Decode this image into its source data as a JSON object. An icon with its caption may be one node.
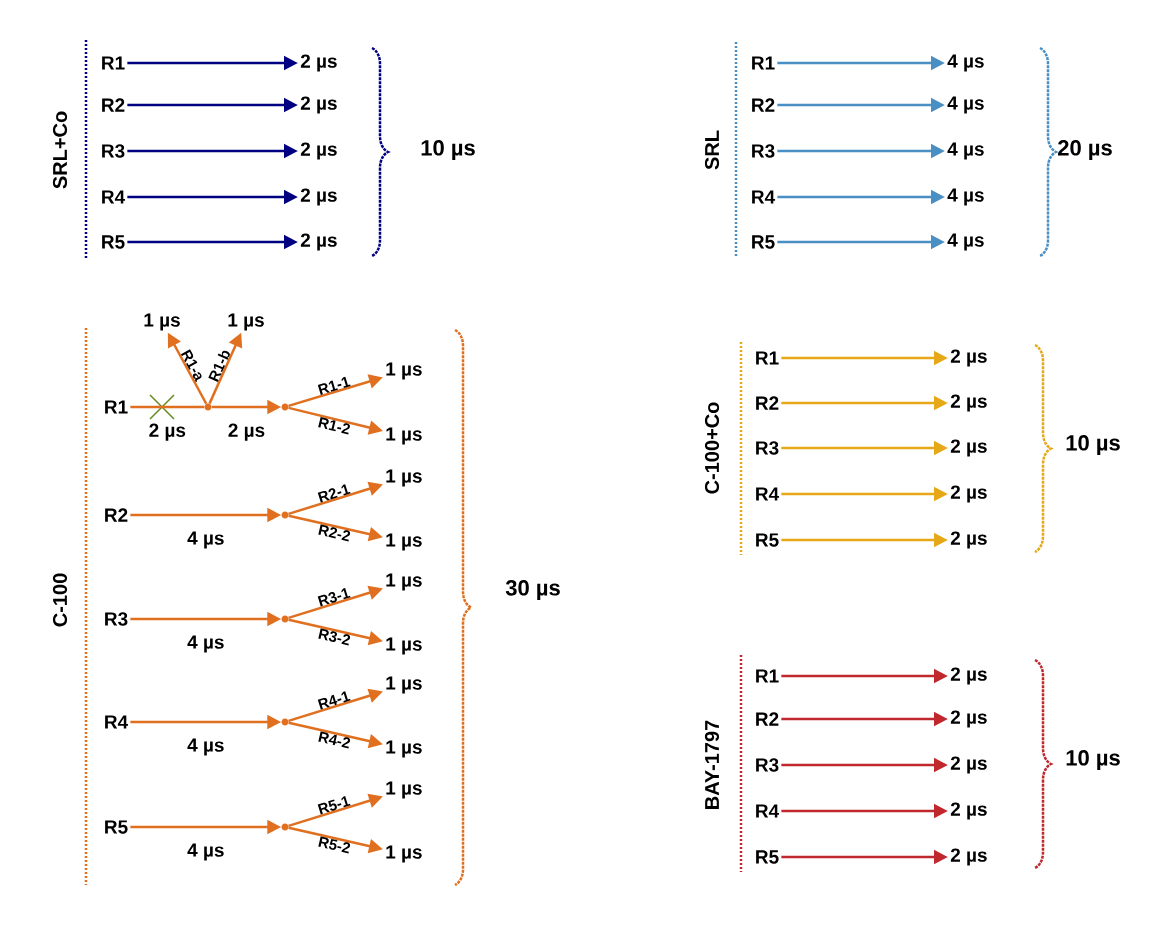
{
  "diagram": {
    "nodes": [
      {
        "text": [
          "R1"
        ]
      },
      {
        "text": [
          "2 µs"
        ]
      },
      {
        "text": [
          "R2"
        ]
      },
      {
        "text": [
          "2 µs"
        ]
      },
      {
        "text": [
          "R3"
        ]
      },
      {
        "text": [
          "2 µs"
        ]
      },
      {
        "text": [
          "R4"
        ]
      },
      {
        "text": [
          "2 µs"
        ]
      },
      {
        "text": [
          "R5"
        ]
      },
      {
        "text": [
          "2 µs"
        ]
      },
      {
        "text": [
          "R1"
        ]
      },
      {
        "text": [
          "4 µs"
        ]
      },
      {
        "text": [
          "R2"
        ]
      },
      {
        "text": [
          "4 µs"
        ]
      },
      {
        "text": [
          "R3"
        ]
      },
      {
        "text": [
          "4 µs"
        ]
      },
      {
        "text": [
          "R4"
        ]
      },
      {
        "text": [
          "4 µs"
        ]
      },
      {
        "text": [
          "R5"
        ]
      },
      {
        "text": [
          "4 µs"
        ]
      },
      {
        "text": [
          "R1"
        ]
      },
      {
        "text": [
          "1 µs"
        ]
      },
      {
        "text": [
          "1 µs"
        ]
      },
      {
        "text": [],
        "shape": "point"
      },
      {
        "text": [],
        "shape": "point"
      },
      {
        "text": [
          "1 µs"
        ]
      },
      {
        "text": [
          "1 µs"
        ]
      },
      {
        "text": [
          "R2"
        ]
      },
      {
        "text": [],
        "shape": "point"
      },
      {
        "text": [
          "1 µs"
        ]
      },
      {
        "text": [
          "1 µs"
        ]
      },
      {
        "text": [
          "R3"
        ]
      },
      {
        "text": [],
        "shape": "point"
      },
      {
        "text": [
          "1 µs"
        ]
      },
      {
        "text": [
          "1 µs"
        ]
      },
      {
        "text": [
          "R4"
        ]
      },
      {
        "text": [],
        "shape": "point"
      },
      {
        "text": [
          "1 µs"
        ]
      },
      {
        "text": [
          "1 µs"
        ]
      },
      {
        "text": [
          "R5"
        ]
      },
      {
        "text": [],
        "shape": "point"
      },
      {
        "text": [
          "1 µs"
        ]
      },
      {
        "text": [
          "1 µs"
        ]
      },
      {
        "text": [
          "R1"
        ]
      },
      {
        "text": [
          "2 µs"
        ]
      },
      {
        "text": [
          "R2"
        ]
      },
      {
        "text": [
          "2 µs"
        ]
      },
      {
        "text": [
          "R3"
        ]
      },
      {
        "text": [
          "2 µs"
        ]
      },
      {
        "text": [
          "R4"
        ]
      },
      {
        "text": [
          "2 µs"
        ]
      },
      {
        "text": [
          "R5"
        ]
      },
      {
        "text": [
          "2 µs"
        ]
      },
      {
        "text": [
          "R1"
        ]
      },
      {
        "text": [
          "2 µs"
        ]
      },
      {
        "text": [
          "R2"
        ]
      },
      {
        "text": [
          "2 µs"
        ]
      },
      {
        "text": [
          "R3"
        ]
      },
      {
        "text": [
          "2 µs"
        ]
      },
      {
        "text": [
          "R4"
        ]
      },
      {
        "text": [
          "2 µs"
        ]
      },
      {
        "text": [
          "R5"
        ]
      },
      {
        "text": [
          "2 µs"
        ]
      }
    ],
    "edges": [
      {
        "from": 0,
        "to": 1,
        "arrow": "to",
        "color": "#000080"
      },
      {
        "from": 2,
        "to": 3,
        "arrow": "to",
        "color": "#000080"
      },
      {
        "from": 4,
        "to": 5,
        "arrow": "to",
        "color": "#000080"
      },
      {
        "from": 6,
        "to": 7,
        "arrow": "to",
        "color": "#000080"
      },
      {
        "from": 8,
        "to": 9,
        "arrow": "to",
        "color": "#000080"
      },
      {
        "from": 10,
        "to": 11,
        "arrow": "to",
        "color": "#4a8fc4"
      },
      {
        "from": 12,
        "to": 13,
        "arrow": "to",
        "color": "#4a8fc4"
      },
      {
        "from": 14,
        "to": 15,
        "arrow": "to",
        "color": "#4a8fc4"
      },
      {
        "from": 16,
        "to": 17,
        "arrow": "to",
        "color": "#4a8fc4"
      },
      {
        "from": 18,
        "to": 19,
        "arrow": "to",
        "color": "#4a8fc4"
      },
      {
        "from": 20,
        "to": 23,
        "arrow": "none",
        "label": "2 µs",
        "color": "#e07020"
      },
      {
        "from": 23,
        "to": 21,
        "arrow": "to",
        "label": "R1-a",
        "color": "#e07020"
      },
      {
        "from": 23,
        "to": 22,
        "arrow": "to",
        "label": "R1-b",
        "color": "#e07020"
      },
      {
        "from": 23,
        "to": 24,
        "arrow": "to",
        "label": "2 µs",
        "color": "#e07020"
      },
      {
        "from": 24,
        "to": 25,
        "arrow": "to",
        "label": "R1-1",
        "color": "#e07020"
      },
      {
        "from": 24,
        "to": 26,
        "arrow": "to",
        "label": "R1-2",
        "color": "#e07020"
      },
      {
        "from": 27,
        "to": 28,
        "arrow": "to",
        "label": "4 µs",
        "color": "#e07020"
      },
      {
        "from": 28,
        "to": 29,
        "arrow": "to",
        "label": "R2-1",
        "color": "#e07020"
      },
      {
        "from": 28,
        "to": 30,
        "arrow": "to",
        "label": "R2-2",
        "color": "#e07020"
      },
      {
        "from": 31,
        "to": 32,
        "arrow": "to",
        "label": "4 µs",
        "color": "#e07020"
      },
      {
        "from": 32,
        "to": 33,
        "arrow": "to",
        "label": "R3-1",
        "color": "#e07020"
      },
      {
        "from": 32,
        "to": 34,
        "arrow": "to",
        "label": "R3-2",
        "color": "#e07020"
      },
      {
        "from": 35,
        "to": 36,
        "arrow": "to",
        "label": "4 µs",
        "color": "#e07020"
      },
      {
        "from": 36,
        "to": 37,
        "arrow": "to",
        "label": "R4-1",
        "color": "#e07020"
      },
      {
        "from": 36,
        "to": 38,
        "arrow": "to",
        "label": "R4-2",
        "color": "#e07020"
      },
      {
        "from": 39,
        "to": 40,
        "arrow": "to",
        "label": "4 µs",
        "color": "#e07020"
      },
      {
        "from": 40,
        "to": 41,
        "arrow": "to",
        "label": "R5-1",
        "color": "#e07020"
      },
      {
        "from": 40,
        "to": 42,
        "arrow": "to",
        "label": "R5-2",
        "color": "#e07020"
      },
      {
        "from": 43,
        "to": 44,
        "arrow": "to",
        "color": "#e6a817"
      },
      {
        "from": 45,
        "to": 46,
        "arrow": "to",
        "color": "#e6a817"
      },
      {
        "from": 47,
        "to": 48,
        "arrow": "to",
        "color": "#e6a817"
      },
      {
        "from": 49,
        "to": 50,
        "arrow": "to",
        "color": "#e6a817"
      },
      {
        "from": 51,
        "to": 52,
        "arrow": "to",
        "color": "#e6a817"
      },
      {
        "from": 53,
        "to": 54,
        "arrow": "to",
        "color": "#c0282d"
      },
      {
        "from": 55,
        "to": 56,
        "arrow": "to",
        "color": "#c0282d"
      },
      {
        "from": 57,
        "to": 58,
        "arrow": "to",
        "color": "#c0282d"
      },
      {
        "from": 59,
        "to": 60,
        "arrow": "to",
        "color": "#c0282d"
      },
      {
        "from": 61,
        "to": 62,
        "arrow": "to",
        "color": "#c0282d"
      }
    ],
    "labels": [
      "SRL+Co",
      "10 µs",
      "SRL",
      "20 µs",
      "C-100",
      "30 µs",
      "C-100+Co",
      "10 µs",
      "BAY-1797",
      "10 µs"
    ]
  }
}
